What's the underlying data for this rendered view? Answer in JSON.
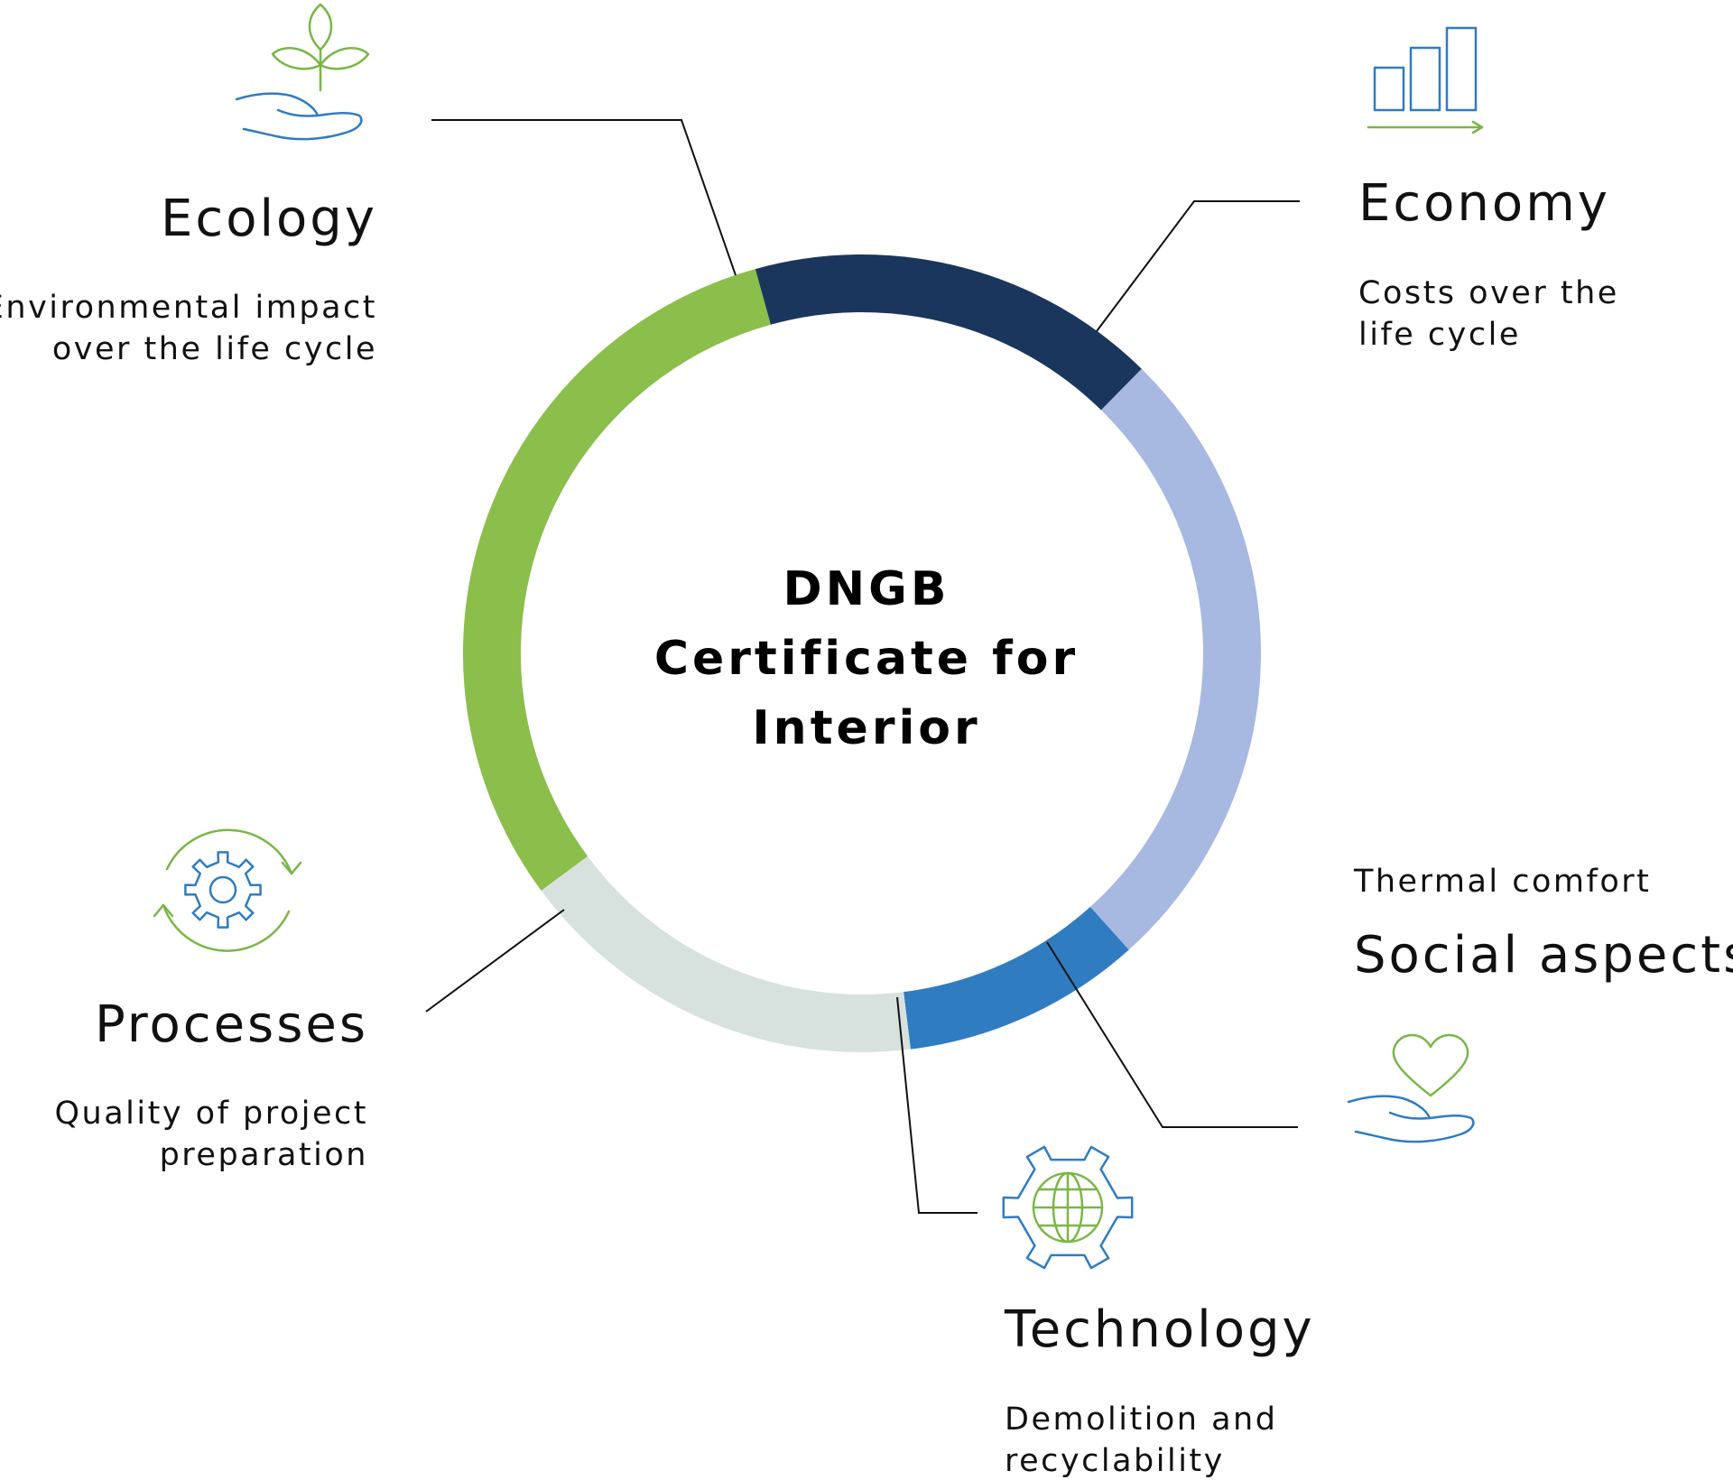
{
  "diagram": {
    "center": {
      "lines": [
        "DNGB",
        "Certificate for",
        "Interior"
      ]
    },
    "segments": [
      {
        "name": "Ecology",
        "color": "#8bbe4a"
      },
      {
        "name": "Economy",
        "color": "#1b365d"
      },
      {
        "name": "Social aspects",
        "color": "#a7b8e1"
      },
      {
        "name": "Technology",
        "color": "#2f7cc1"
      },
      {
        "name": "Processes",
        "color": "#d7e2de"
      }
    ],
    "ecology": {
      "title": "Ecology",
      "lines": [
        "Environmental impact",
        "over the life cycle"
      ],
      "icon": "plant-in-hand-icon"
    },
    "economy": {
      "title": "Economy",
      "lines": [
        "Costs over the",
        "life cycle"
      ],
      "icon": "bar-chart-icon"
    },
    "social": {
      "title": "Social aspects",
      "lines": [
        "Thermal comfort"
      ],
      "icon": "heart-in-hand-icon"
    },
    "technology": {
      "title": "Technology",
      "lines": [
        "Demolition and",
        "recyclability"
      ],
      "icon": "gear-globe-icon"
    },
    "processes": {
      "title": "Processes",
      "lines": [
        "Quality of project",
        "preparation"
      ],
      "icon": "gear-cycle-icon"
    },
    "colors": {
      "icon_blue": "#2f7cc1",
      "icon_green": "#7ab648",
      "line": "#111111"
    }
  }
}
